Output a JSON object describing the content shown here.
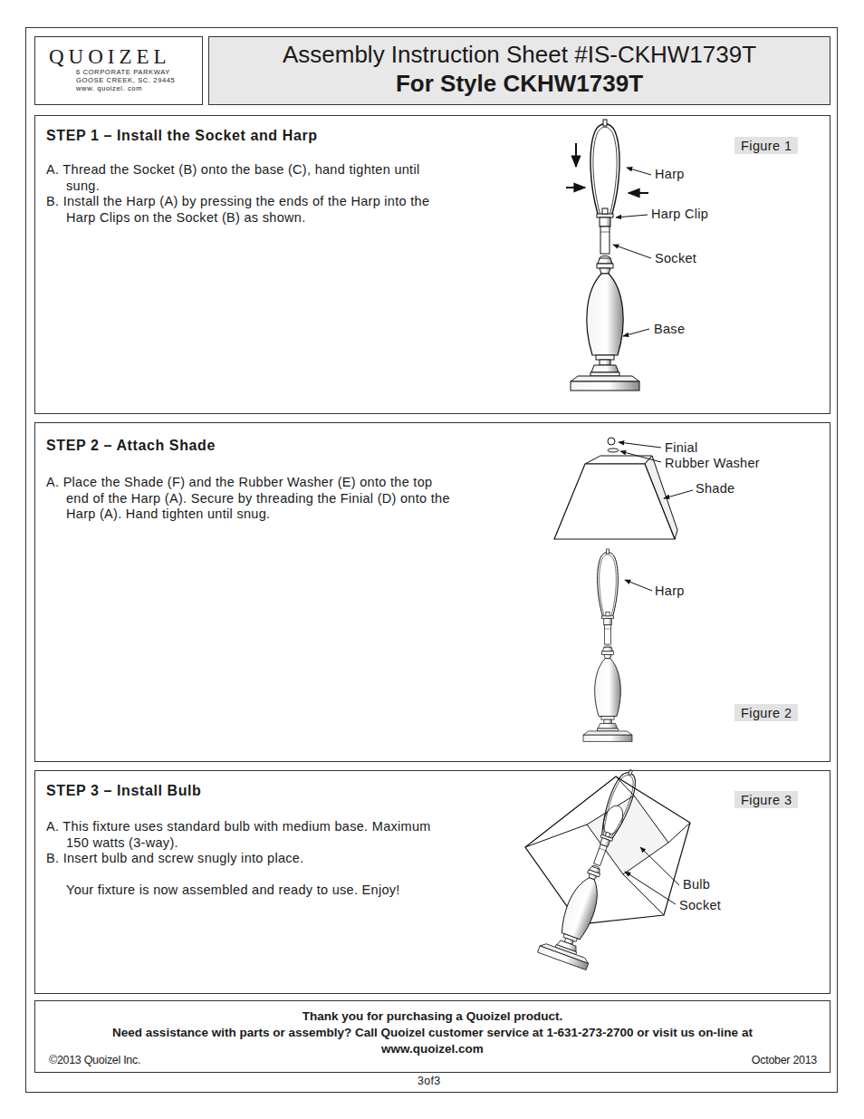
{
  "diagram": {
    "nodes": [
      {
        "text": [
          "QUOIZEL",
          "6 CORPORATE PARKWAY GOOSE CREEK, SC. 29445 www. quoizel. com"
        ]
      },
      {
        "text": [
          "Assembly Instruction Sheet #IS-CKHW1739T",
          "For Style CKHW1739T"
        ]
      },
      {
        "text": [
          "STEP 1 – Install the Socket and Harp",
          "A. Thread the Socket (B) onto the base (C), hand tighten until sung.",
          "B. Install the Harp (A) by pressing the ends of the Harp into the Harp Clips on the Socket (B) as shown."
        ]
      },
      {
        "text": [
          "Figure 1"
        ],
        "in": 2
      },
      {
        "text": [
          "STEP 2 – Attach Shade",
          "A. Place the Shade (F) and the Rubber Washer (E) onto the top end of the Harp (A). Secure by threading the Finial (D) onto the Harp (A). Hand tighten until snug."
        ]
      },
      {
        "text": [
          "Figure 2"
        ],
        "in": 4
      },
      {
        "text": [
          "STEP 3 – Install Bulb",
          "A. This fixture uses standard bulb with medium base. Maximum 150 watts (3-way).",
          "B. Insert bulb and screw snugly into place.",
          "Your fixture is now assembled and ready to use. Enjoy!"
        ]
      },
      {
        "text": [
          "Figure 3"
        ],
        "in": 6
      },
      {
        "text": [
          "Thank you for purchasing a Quoizel product.",
          "Need assistance with parts or assembly? Call Quoizel customer service at 1-631-273-2700 or visit us on-line at www.quoizel.com",
          "©2013 Quoizel Inc.",
          "October 2013"
        ]
      }
    ],
    "labels": [
      "Harp",
      "Harp Clip",
      "Socket",
      "Base",
      "Finial",
      "Rubber Washer",
      "Shade",
      "Harp",
      "Bulb",
      "Socket",
      "3of3"
    ]
  }
}
